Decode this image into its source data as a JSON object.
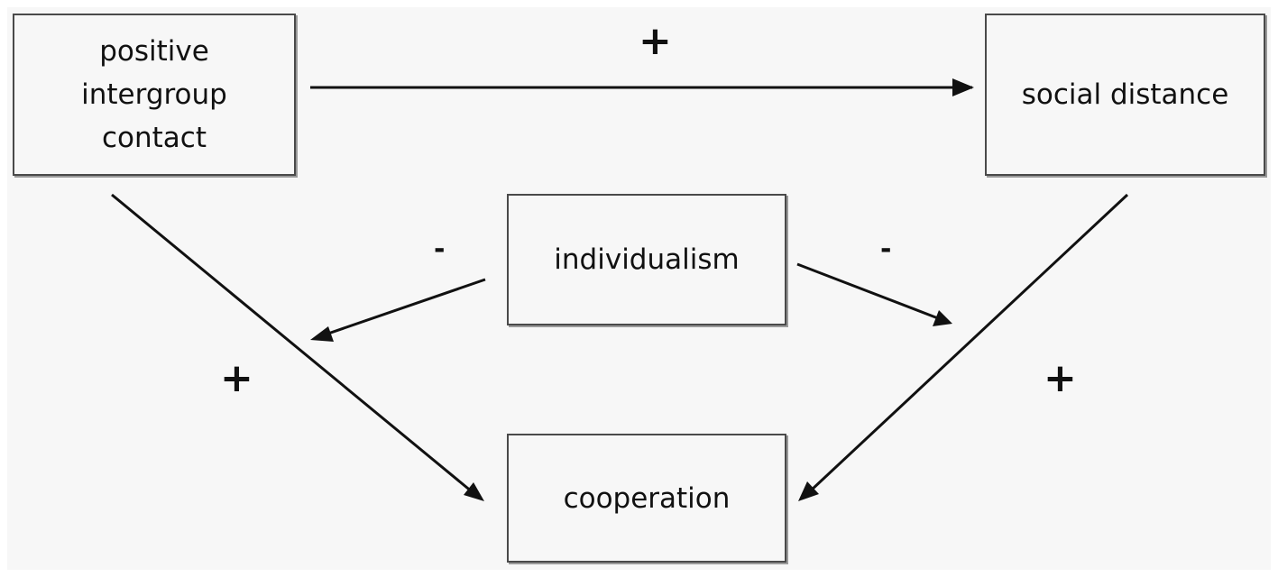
{
  "diagram": {
    "nodes": {
      "contact": {
        "label": "positive\nintergroup\ncontact"
      },
      "social_distance": {
        "label": "social distance"
      },
      "individualism": {
        "label": "individualism"
      },
      "cooperation": {
        "label": "cooperation"
      }
    },
    "edges": [
      {
        "from": "positive intergroup contact",
        "to": "social distance",
        "sign": "+"
      },
      {
        "from": "positive intergroup contact",
        "to": "cooperation",
        "sign": "+"
      },
      {
        "from": "social distance",
        "to": "cooperation",
        "sign": "+"
      },
      {
        "from": "individualism",
        "to": "positive intergroup contact → cooperation",
        "sign": "-"
      },
      {
        "from": "individualism",
        "to": "social distance → cooperation",
        "sign": "-"
      }
    ],
    "signs": {
      "top": "+",
      "left": "+",
      "right": "+",
      "mod_left": "-",
      "mod_right": "-"
    },
    "line_color": "#111111"
  }
}
